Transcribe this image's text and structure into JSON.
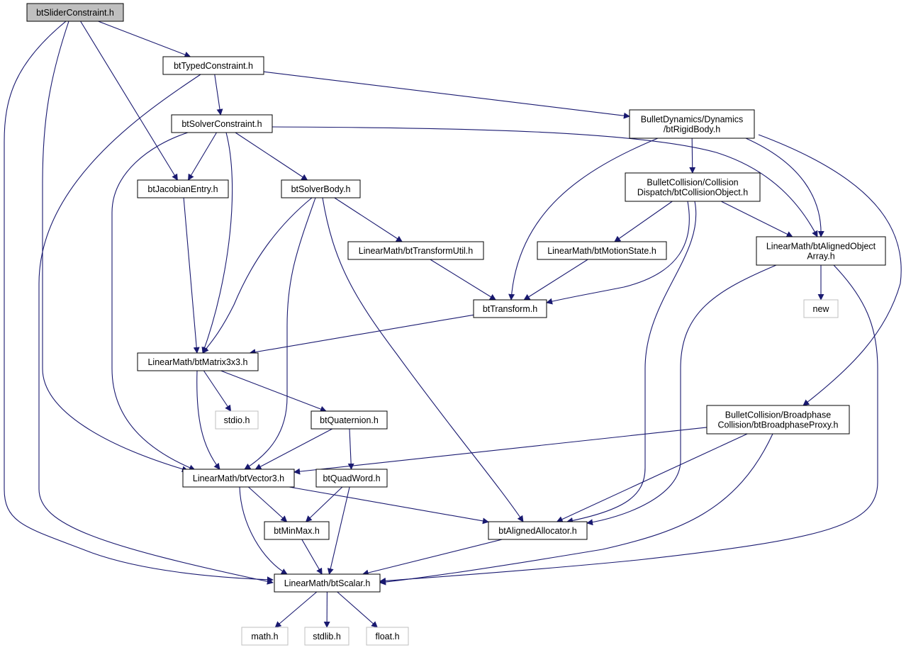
{
  "colors": {
    "edge": "#191970",
    "root_fill": "#bfbfbf",
    "external_border": "#bfbfbf",
    "node_border": "#000000",
    "node_fill": "#ffffff"
  },
  "nodes": [
    {
      "id": "slider",
      "lines": [
        "btSliderConstraint.h"
      ],
      "kind": "root"
    },
    {
      "id": "typed",
      "lines": [
        "btTypedConstraint.h"
      ],
      "kind": "file"
    },
    {
      "id": "solverc",
      "lines": [
        "btSolverConstraint.h"
      ],
      "kind": "file"
    },
    {
      "id": "rigid",
      "lines": [
        "BulletDynamics/Dynamics",
        "/btRigidBody.h"
      ],
      "kind": "file"
    },
    {
      "id": "jacobian",
      "lines": [
        "btJacobianEntry.h"
      ],
      "kind": "file"
    },
    {
      "id": "solverbody",
      "lines": [
        "btSolverBody.h"
      ],
      "kind": "file"
    },
    {
      "id": "collobj",
      "lines": [
        "BulletCollision/Collision",
        "Dispatch/btCollisionObject.h"
      ],
      "kind": "file"
    },
    {
      "id": "transutil",
      "lines": [
        "LinearMath/btTransformUtil.h"
      ],
      "kind": "file"
    },
    {
      "id": "motion",
      "lines": [
        "LinearMath/btMotionState.h"
      ],
      "kind": "file"
    },
    {
      "id": "alignarr",
      "lines": [
        "LinearMath/btAlignedObject",
        "Array.h"
      ],
      "kind": "file"
    },
    {
      "id": "transform",
      "lines": [
        "btTransform.h"
      ],
      "kind": "file"
    },
    {
      "id": "new",
      "lines": [
        "new"
      ],
      "kind": "external"
    },
    {
      "id": "matrix",
      "lines": [
        "LinearMath/btMatrix3x3.h"
      ],
      "kind": "file"
    },
    {
      "id": "stdio",
      "lines": [
        "stdio.h"
      ],
      "kind": "external"
    },
    {
      "id": "quat",
      "lines": [
        "btQuaternion.h"
      ],
      "kind": "file"
    },
    {
      "id": "broad",
      "lines": [
        "BulletCollision/Broadphase",
        "Collision/btBroadphaseProxy.h"
      ],
      "kind": "file"
    },
    {
      "id": "vector",
      "lines": [
        "LinearMath/btVector3.h"
      ],
      "kind": "file"
    },
    {
      "id": "quadword",
      "lines": [
        "btQuadWord.h"
      ],
      "kind": "file"
    },
    {
      "id": "minmax",
      "lines": [
        "btMinMax.h"
      ],
      "kind": "file"
    },
    {
      "id": "alloc",
      "lines": [
        "btAlignedAllocator.h"
      ],
      "kind": "file"
    },
    {
      "id": "scalar",
      "lines": [
        "LinearMath/btScalar.h"
      ],
      "kind": "file"
    },
    {
      "id": "math",
      "lines": [
        "math.h"
      ],
      "kind": "external"
    },
    {
      "id": "stdlib",
      "lines": [
        "stdlib.h"
      ],
      "kind": "external"
    },
    {
      "id": "float",
      "lines": [
        "float.h"
      ],
      "kind": "external"
    }
  ],
  "edges": [
    [
      "slider",
      "typed"
    ],
    [
      "slider",
      "jacobian"
    ],
    [
      "slider",
      "vector"
    ],
    [
      "slider",
      "scalar"
    ],
    [
      "typed",
      "solverc"
    ],
    [
      "typed",
      "rigid"
    ],
    [
      "typed",
      "scalar"
    ],
    [
      "solverc",
      "jacobian"
    ],
    [
      "solverc",
      "solverbody"
    ],
    [
      "solverc",
      "matrix"
    ],
    [
      "solverc",
      "vector"
    ],
    [
      "solverc",
      "alignarr"
    ],
    [
      "rigid",
      "collobj"
    ],
    [
      "rigid",
      "alignarr"
    ],
    [
      "rigid",
      "transform"
    ],
    [
      "rigid",
      "broad"
    ],
    [
      "jacobian",
      "matrix"
    ],
    [
      "solverbody",
      "transutil"
    ],
    [
      "solverbody",
      "matrix"
    ],
    [
      "solverbody",
      "vector"
    ],
    [
      "solverbody",
      "alloc"
    ],
    [
      "collobj",
      "motion"
    ],
    [
      "collobj",
      "alignarr"
    ],
    [
      "collobj",
      "transform"
    ],
    [
      "collobj",
      "alloc"
    ],
    [
      "transutil",
      "transform"
    ],
    [
      "motion",
      "transform"
    ],
    [
      "alignarr",
      "new"
    ],
    [
      "alignarr",
      "alloc"
    ],
    [
      "alignarr",
      "scalar"
    ],
    [
      "transform",
      "matrix"
    ],
    [
      "matrix",
      "stdio"
    ],
    [
      "matrix",
      "quat"
    ],
    [
      "matrix",
      "vector"
    ],
    [
      "quat",
      "quadword"
    ],
    [
      "quat",
      "vector"
    ],
    [
      "broad",
      "vector"
    ],
    [
      "broad",
      "alloc"
    ],
    [
      "broad",
      "scalar"
    ],
    [
      "vector",
      "minmax"
    ],
    [
      "vector",
      "alloc"
    ],
    [
      "vector",
      "scalar"
    ],
    [
      "quadword",
      "minmax"
    ],
    [
      "quadword",
      "scalar"
    ],
    [
      "minmax",
      "scalar"
    ],
    [
      "alloc",
      "scalar"
    ],
    [
      "scalar",
      "math"
    ],
    [
      "scalar",
      "stdlib"
    ],
    [
      "scalar",
      "float"
    ]
  ]
}
